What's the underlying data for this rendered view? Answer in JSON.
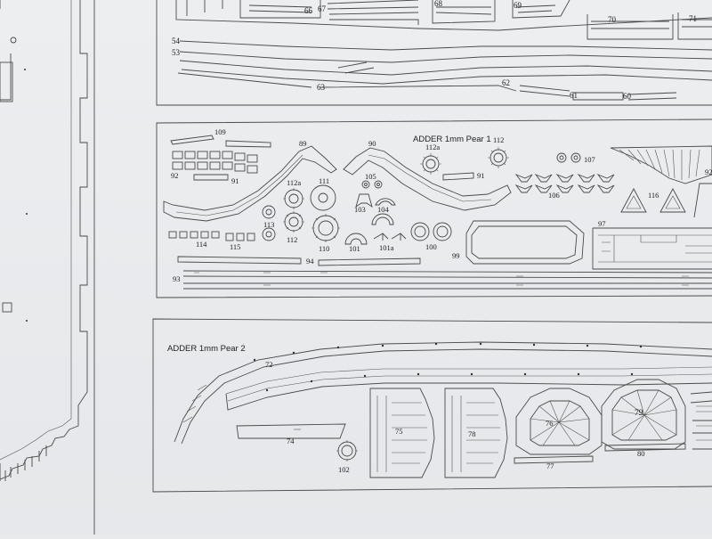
{
  "sheet": {
    "panel1": {
      "title": "ADDER 1mm Pear 1",
      "labels": [
        "109",
        "92",
        "91",
        "89",
        "90",
        "112a",
        "112",
        "91",
        "105",
        "103",
        "104",
        "107",
        "106",
        "116",
        "97",
        "111",
        "112a",
        "110",
        "113",
        "112",
        "114",
        "115",
        "101",
        "101a",
        "100",
        "99",
        "94",
        "93"
      ]
    },
    "panel2": {
      "title": "ADDER 1mm Pear 2",
      "labels": [
        "72",
        "74",
        "102",
        "75",
        "78",
        "76",
        "79",
        "77",
        "80"
      ]
    },
    "top_strip": {
      "labels": [
        "66",
        "67",
        "68",
        "69",
        "70",
        "71",
        "54",
        "53",
        "63",
        "62",
        "61",
        "60"
      ]
    },
    "colors": {
      "paper": "#eceef0",
      "line": "#4a4a4a"
    }
  }
}
